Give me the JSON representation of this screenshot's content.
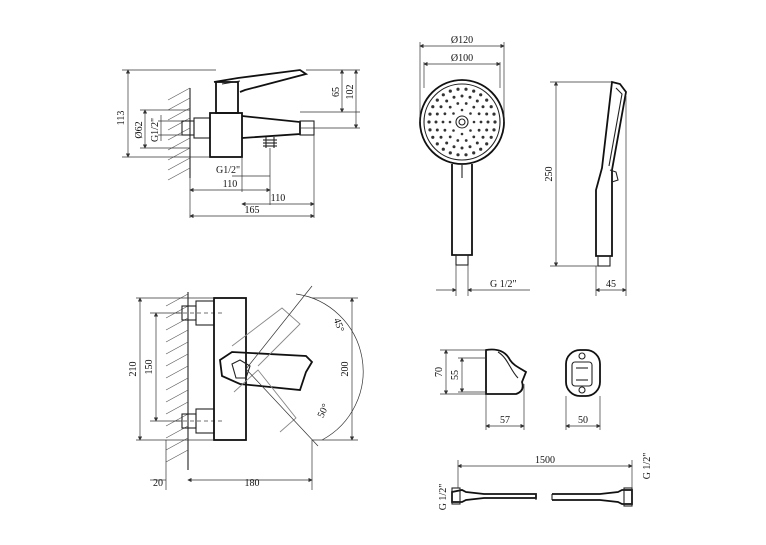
{
  "dimensions": {
    "top_left": {
      "d113": "113",
      "d62": "Ø62",
      "g12_left": "G1/2\"",
      "d65": "65",
      "d102": "102",
      "g12_bottom": "G1/2\"",
      "d110_a": "110",
      "d110_b": "110",
      "d165": "165"
    },
    "bottom_left": {
      "d210": "210",
      "d150": "150",
      "d200": "200",
      "a45": "45°",
      "a50": "50°",
      "d20": "20",
      "d180": "180"
    },
    "shower_head": {
      "d120": "Ø120",
      "d100": "Ø100",
      "g12": "G 1/2\"",
      "d250": "250",
      "d45": "45"
    },
    "holder": {
      "d70": "70",
      "d55": "55",
      "d57": "57",
      "d50": "50"
    },
    "hose": {
      "d1500": "1500",
      "g12_left": "G 1/2\"",
      "g12_right": "G 1/2\""
    }
  }
}
